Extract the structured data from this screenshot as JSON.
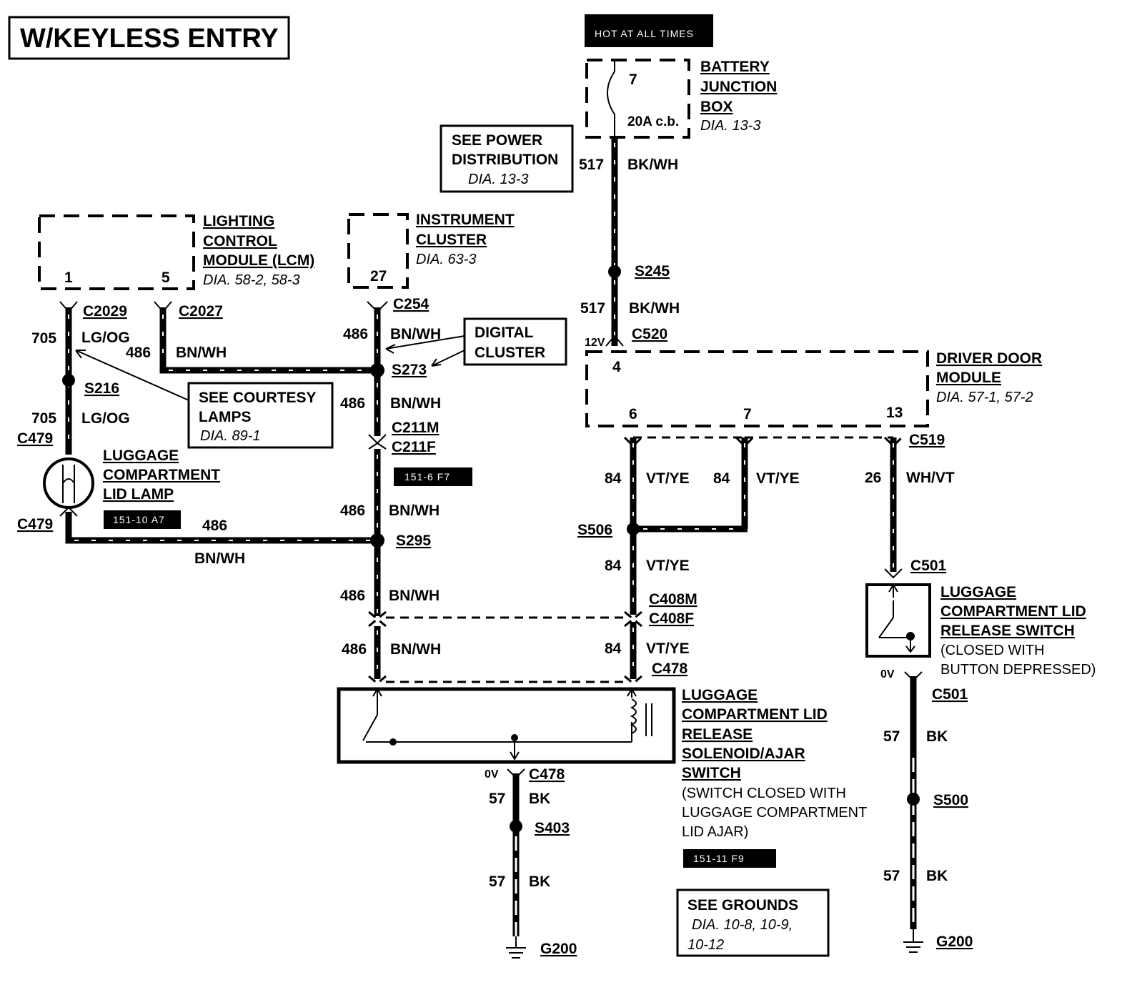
{
  "title": "W/KEYLESS ENTRY",
  "hot_tag": "HOT AT ALL TIMES",
  "battery_box": {
    "name1": "BATTERY",
    "name2": "JUNCTION",
    "name3": "BOX",
    "ref": "DIA. 13-3",
    "pin": "7",
    "fuse": "20A c.b."
  },
  "power_dist": {
    "l1": "SEE POWER",
    "l2": "DISTRIBUTION",
    "ref": "DIA. 13-3"
  },
  "lcm": {
    "l1": "LIGHTING",
    "l2": "CONTROL",
    "l3": "MODULE (LCM)",
    "ref": "DIA. 58-2, 58-3",
    "pin1": "1",
    "pin5": "5"
  },
  "cluster": {
    "l1": "INSTRUMENT",
    "l2": "CLUSTER",
    "ref": "DIA. 63-3",
    "pin": "27"
  },
  "digital": {
    "l1": "DIGITAL",
    "l2": "CLUSTER"
  },
  "courtesy": {
    "l1": "SEE COURTESY",
    "l2": "LAMPS",
    "ref": "DIA. 89-1"
  },
  "driver_door": {
    "l1": "DRIVER DOOR",
    "l2": "MODULE",
    "ref": "DIA. 57-1, 57-2",
    "pin4": "4",
    "pin6": "6",
    "pin7": "7",
    "pin13": "13"
  },
  "lid_lamp": {
    "l1": "LUGGAGE",
    "l2": "COMPARTMENT",
    "l3": "LID LAMP",
    "tag": "151-10 A7"
  },
  "tag_c211": "151-6 F7",
  "solenoid": {
    "l1": "LUGGAGE",
    "l2": "COMPARTMENT LID",
    "l3": "RELEASE",
    "l4": "SOLENOID/AJAR",
    "l5": "SWITCH",
    "n1": "(SWITCH CLOSED WITH",
    "n2": "LUGGAGE COMPARTMENT",
    "n3": "LID AJAR)",
    "tag": "151-11 F9"
  },
  "release_switch": {
    "l1": "LUGGAGE",
    "l2": "COMPARTMENT LID",
    "l3": "RELEASE SWITCH",
    "n1": "(CLOSED WITH",
    "n2": "BUTTON DEPRESSED)"
  },
  "grounds": {
    "l1": "SEE GROUNDS",
    "r1": "DIA. 10-8, 10-9,",
    "r2": "10-12"
  },
  "connectors": {
    "c2029": "C2029",
    "c2027": "C2027",
    "c254": "C254",
    "c520": "C520",
    "c479a": "C479",
    "c479b": "C479",
    "c211m": "C211M",
    "c211f": "C211F",
    "c519": "C519",
    "c501a": "C501",
    "c501b": "C501",
    "c408m": "C408M",
    "c408f": "C408F",
    "c478a": "C478",
    "c478b": "C478"
  },
  "splices": {
    "s245": "S245",
    "s216": "S216",
    "s273": "S273",
    "s295": "S295",
    "s506": "S506",
    "s403": "S403",
    "s500": "S500"
  },
  "grounds_pts": {
    "g1": "G200",
    "g2": "G200"
  },
  "wires": {
    "w517": "517",
    "bkwh": "BK/WH",
    "w705": "705",
    "lgog": "LG/OG",
    "w486": "486",
    "bnwh": "BN/WH",
    "w84": "84",
    "vtye": "VT/YE",
    "w26": "26",
    "whvt": "WH/VT",
    "w57": "57",
    "bk": "BK"
  },
  "volts": {
    "v12": "12V",
    "v0": "0V"
  }
}
